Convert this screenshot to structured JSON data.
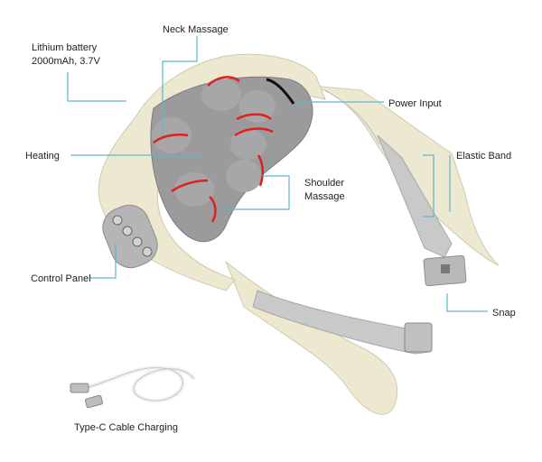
{
  "labels": {
    "neck_massage": "Neck Massage",
    "battery_line1": "Lithium battery",
    "battery_line2": "2000mAh, 3.7V",
    "power_input": "Power Input",
    "heating": "Heating",
    "elastic_band": "Elastic Band",
    "shoulder_line1": "Shoulder",
    "shoulder_line2": "Massage",
    "control_panel": "Control Panel",
    "snap": "Snap",
    "cable_charging": "Type-C Cable Charging"
  },
  "colors": {
    "body": "#ece9d0",
    "body_shade": "#d9d5b8",
    "massage_head": "#9b9b9d",
    "strap": "#c9c9c9",
    "arrow": "#e02020",
    "leader": "#5fb7c8"
  }
}
